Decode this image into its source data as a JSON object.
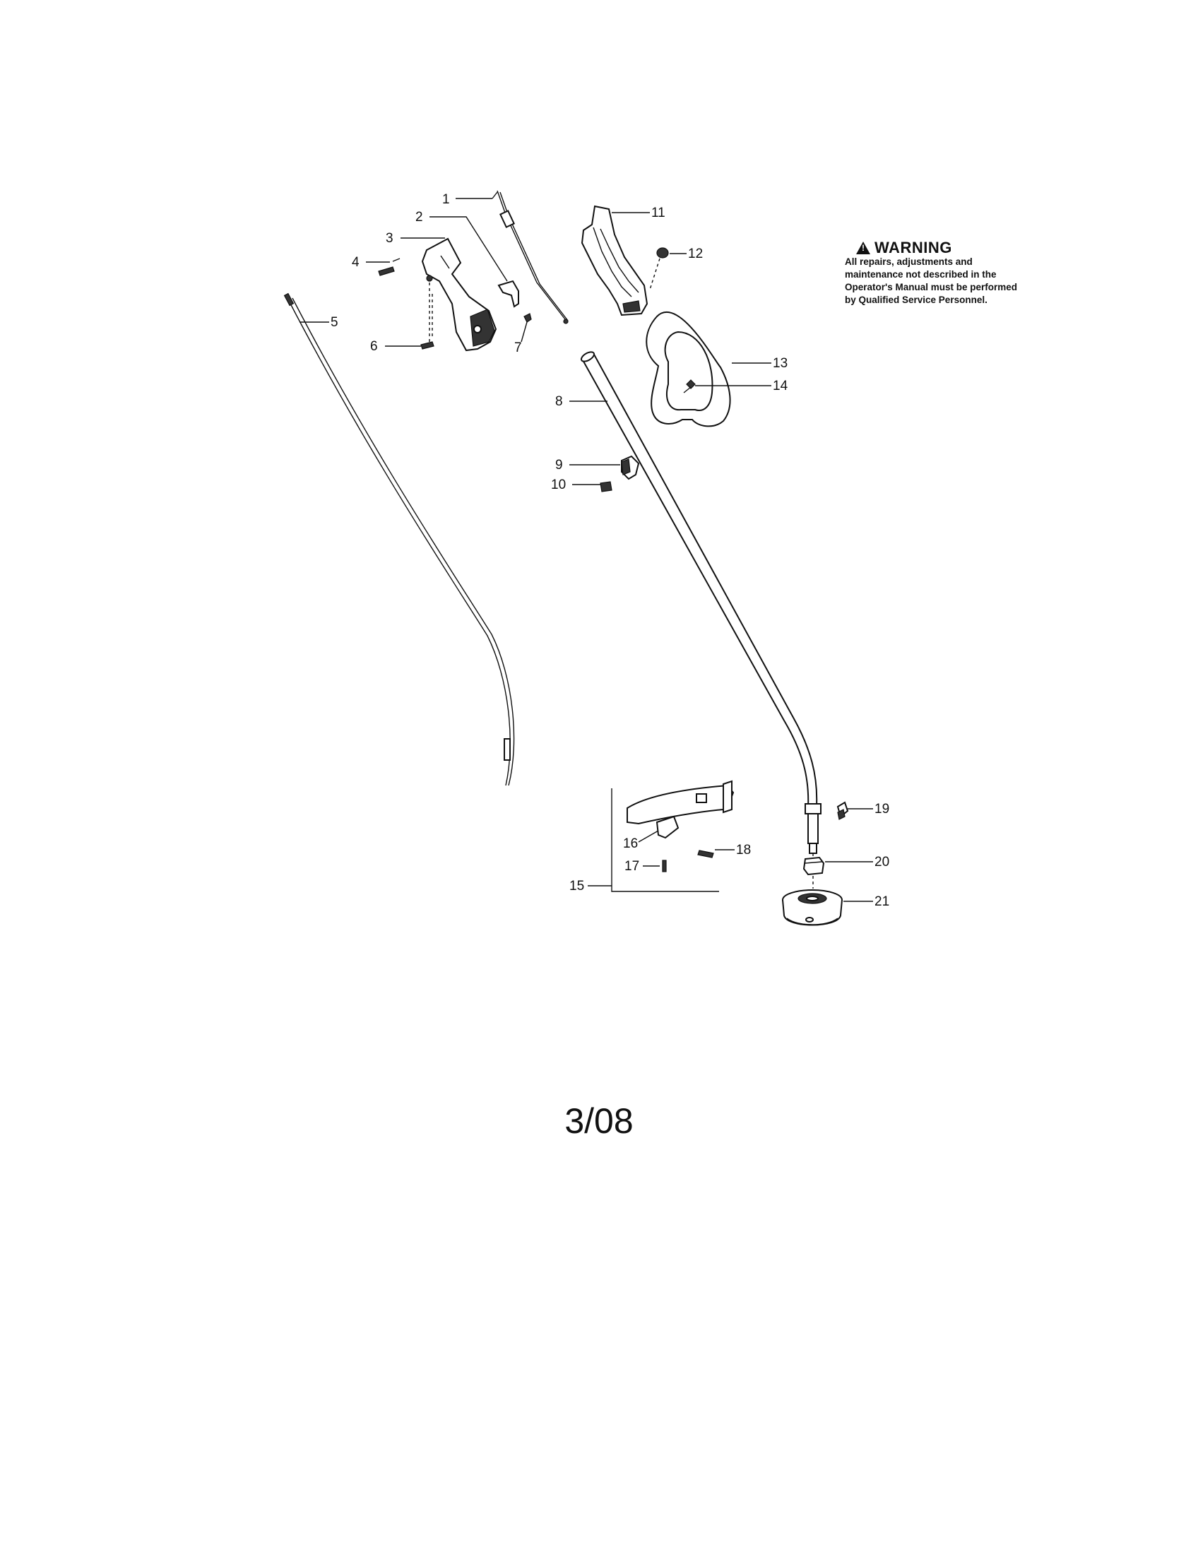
{
  "warning": {
    "heading": "WARNING",
    "text": "All repairs, adjustments and maintenance not described in the Operator's Manual must be performed by Qualified Service Personnel."
  },
  "footer": {
    "date_code": "3/08"
  },
  "callouts": [
    "1",
    "2",
    "3",
    "4",
    "5",
    "6",
    "7",
    "8",
    "9",
    "10",
    "11",
    "12",
    "13",
    "14",
    "15",
    "16",
    "17",
    "18",
    "19",
    "20",
    "21"
  ]
}
